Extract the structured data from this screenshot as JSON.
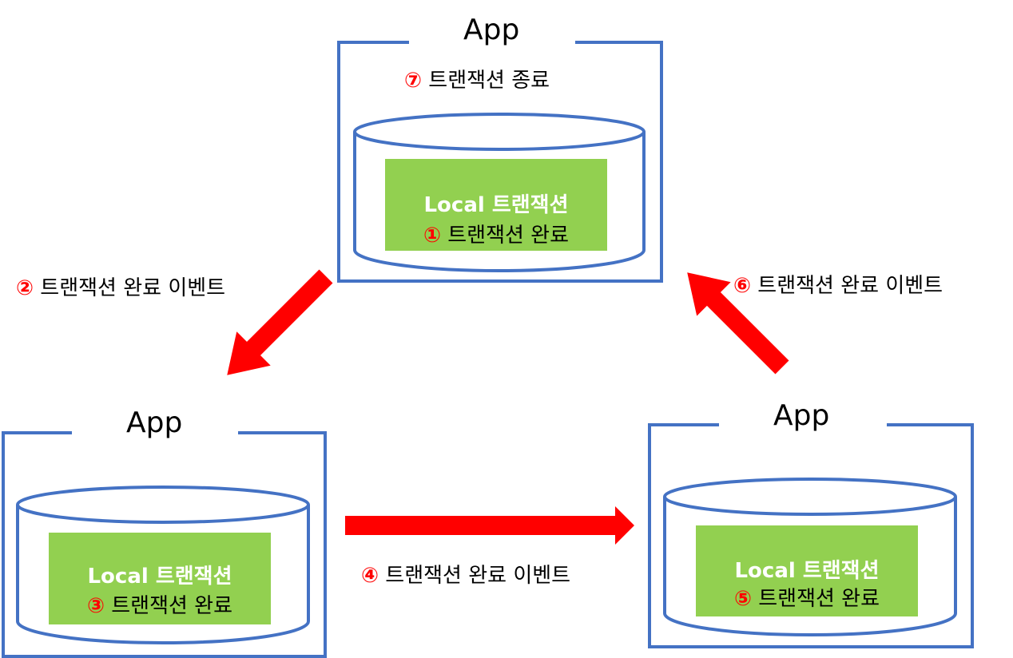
{
  "apps": {
    "top": {
      "title": "App",
      "status_num": "⑦",
      "status_text": "트랜잭션 종료",
      "local_title": "Local 트랜잭션",
      "step_num": "①",
      "step_text": "트랜잭션 완료"
    },
    "left": {
      "title": "App",
      "local_title": "Local 트랜잭션",
      "step_num": "③",
      "step_text": "트랜잭션 완료"
    },
    "right": {
      "title": "App",
      "local_title": "Local 트랜잭션",
      "step_num": "⑤",
      "step_text": "트랜잭션 완료"
    }
  },
  "edges": {
    "e2": {
      "num": "②",
      "text": "트랜잭션 완료 이벤트"
    },
    "e4": {
      "num": "④",
      "text": "트랜잭션 완료 이벤트"
    },
    "e6": {
      "num": "⑥",
      "text": "트랜잭션 완료 이벤트"
    }
  },
  "colors": {
    "frame": "#4472c4",
    "local_box": "#92d050",
    "arrow": "#ff0000",
    "step_num": "#ff0000"
  }
}
